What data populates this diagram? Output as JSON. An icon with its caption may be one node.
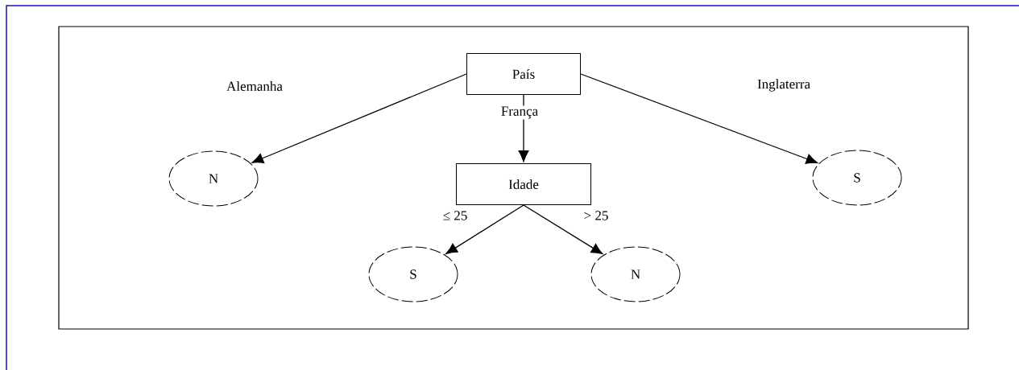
{
  "diagram": {
    "nodes": [
      {
        "text": [
          "País"
        ]
      },
      {
        "text": [
          "N"
        ]
      },
      {
        "text": [
          "Idade"
        ]
      },
      {
        "text": [
          "S"
        ]
      },
      {
        "text": [
          "S"
        ]
      },
      {
        "text": [
          "N"
        ]
      }
    ],
    "edges": [
      {
        "from": 0,
        "to": 1,
        "arrow": "to",
        "label": "Alemanha"
      },
      {
        "from": 0,
        "to": 2,
        "arrow": "to",
        "label": "França"
      },
      {
        "from": 0,
        "to": 3,
        "arrow": "to",
        "label": "Inglaterra"
      },
      {
        "from": 2,
        "to": 4,
        "arrow": "to",
        "label": "≤ 25"
      },
      {
        "from": 2,
        "to": 5,
        "arrow": "to",
        "label": "> 25"
      }
    ]
  }
}
